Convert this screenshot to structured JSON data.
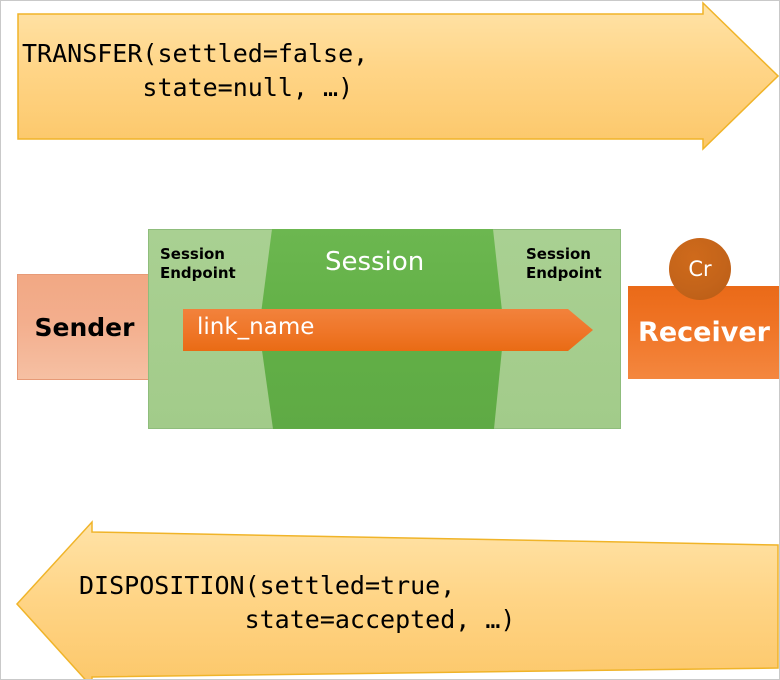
{
  "diagram": {
    "title": "AMQP transfer and disposition between sender and receiver",
    "colors": {
      "arrow_fill_light": "#ffe1a0",
      "arrow_fill_dark": "#fcc86a",
      "arrow_stroke": "#f0b429",
      "sender_fill": "#f3ae8d",
      "receiver_fill": "#ef7324",
      "session_light_green": "#a6ce8e",
      "session_dark_green": "#64b14a",
      "link_arrow_orange": "#ef7628",
      "cr_circle": "#c4641a",
      "text_dark": "#000000",
      "text_light": "#ffffff"
    }
  },
  "transfer_arrow": {
    "name": "TRANSFER",
    "direction": "right",
    "line1": "TRANSFER(settled=false,",
    "line2": "        state=null, …)",
    "text": "TRANSFER(settled=false,\n        state=null, …)"
  },
  "disposition_arrow": {
    "name": "DISPOSITION",
    "direction": "left",
    "line1": "DISPOSITION(settled=true,",
    "line2": "           state=accepted, …)",
    "text": "DISPOSITION(settled=true,\n           state=accepted, …)"
  },
  "sender": {
    "label": "Sender"
  },
  "receiver": {
    "label": "Receiver",
    "badge": "Cr"
  },
  "session": {
    "title": "Session",
    "endpoint_left": "Session\nEndpoint",
    "endpoint_right": "Session\nEndpoint"
  },
  "link": {
    "label": "link_name",
    "direction": "right"
  }
}
